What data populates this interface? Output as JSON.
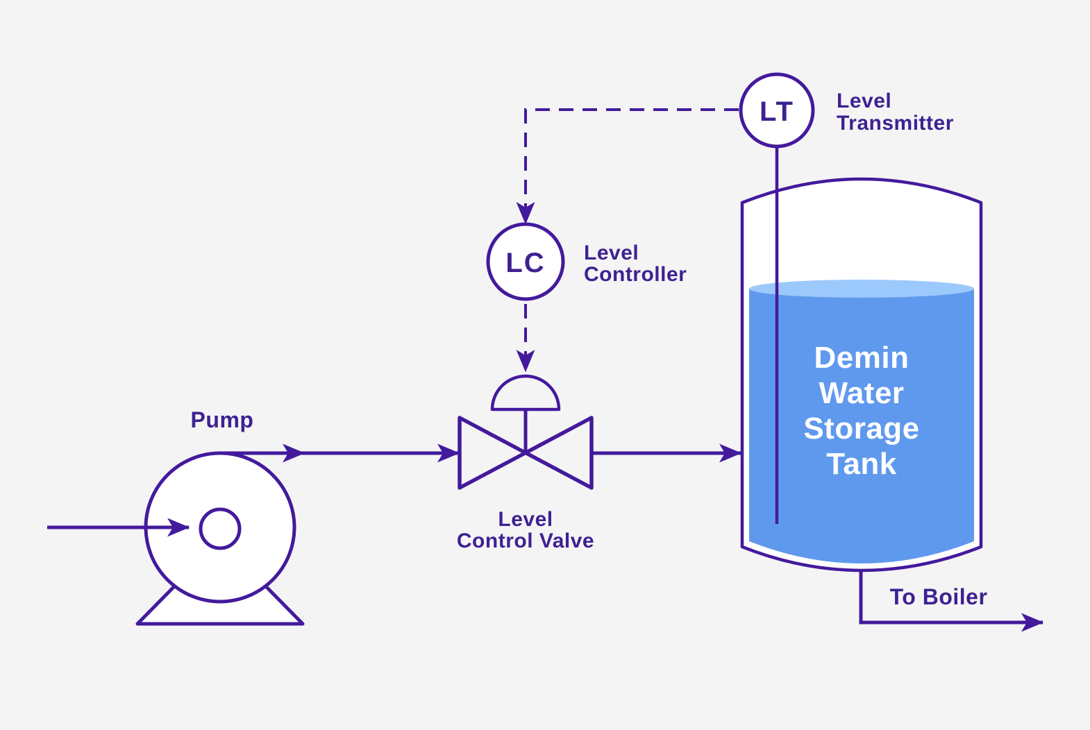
{
  "colors": {
    "background": "#F4F4F5",
    "line": "#431A9C",
    "label_text": "#3E2191",
    "water": "#5F99ED",
    "water_surface": "#9CC9FC",
    "tank_label_text": "#FFFFFF"
  },
  "pump": {
    "label": "Pump"
  },
  "level_control_valve": {
    "label": [
      "Level",
      "Control Valve"
    ]
  },
  "level_controller": {
    "tag": "LC",
    "label": [
      "Level",
      "Controller"
    ]
  },
  "level_transmitter": {
    "tag": "LT",
    "label": [
      "Level",
      "Transmitter"
    ]
  },
  "storage_tank": {
    "label": [
      "Demin",
      "Water",
      "Storage",
      "Tank"
    ]
  },
  "outlet_stream": {
    "label": "To Boiler"
  }
}
